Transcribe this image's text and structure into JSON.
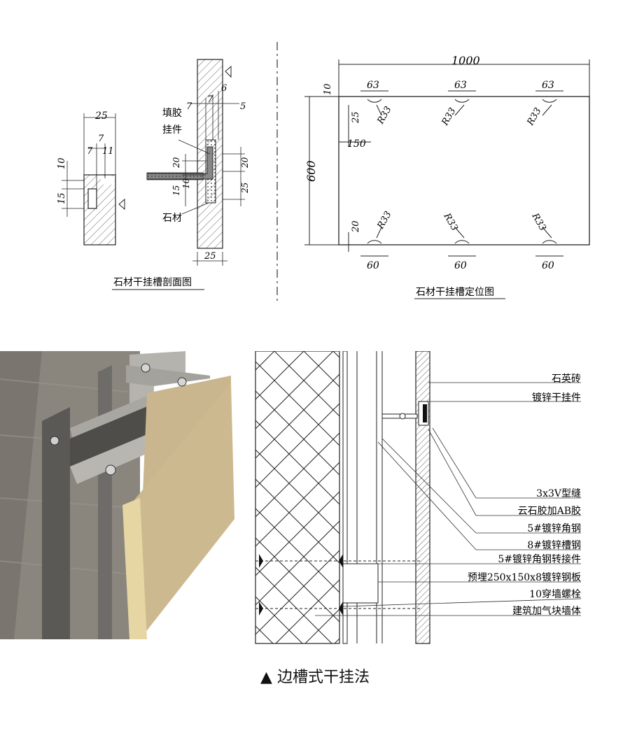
{
  "section_drawing": {
    "title": "石材干挂槽剖面图",
    "dims_left": [
      "25",
      "7",
      "7",
      "11",
      "10",
      "15"
    ],
    "dims_mid_top": [
      "7",
      "7",
      "6",
      "5"
    ],
    "dims_mid": [
      "20",
      "15",
      "10",
      "20",
      "25",
      "25"
    ],
    "labels": {
      "glue": "填胶",
      "hanger": "挂件",
      "stone": "石材"
    }
  },
  "positioning_drawing": {
    "title": "石材干挂槽定位图",
    "width": "1000",
    "height": "600",
    "top_offset": "10",
    "dims": {
      "slot_top": "63",
      "slot_bottom": "60",
      "radius": "R33",
      "d25": "25",
      "d150": "150",
      "d20": "20"
    }
  },
  "detail_labels": [
    "石英砖",
    "镀锌干挂件",
    "3x3V型缝",
    "云石胶加AB胶",
    "5#镀锌角钢",
    "8#镀锌槽钢",
    "5#镀锌角钢转接件",
    "预埋250x150x8镀锌钢板",
    "10穿墙螺栓",
    "建筑加气块墙体"
  ],
  "caption": "▲ 边槽式干挂法"
}
